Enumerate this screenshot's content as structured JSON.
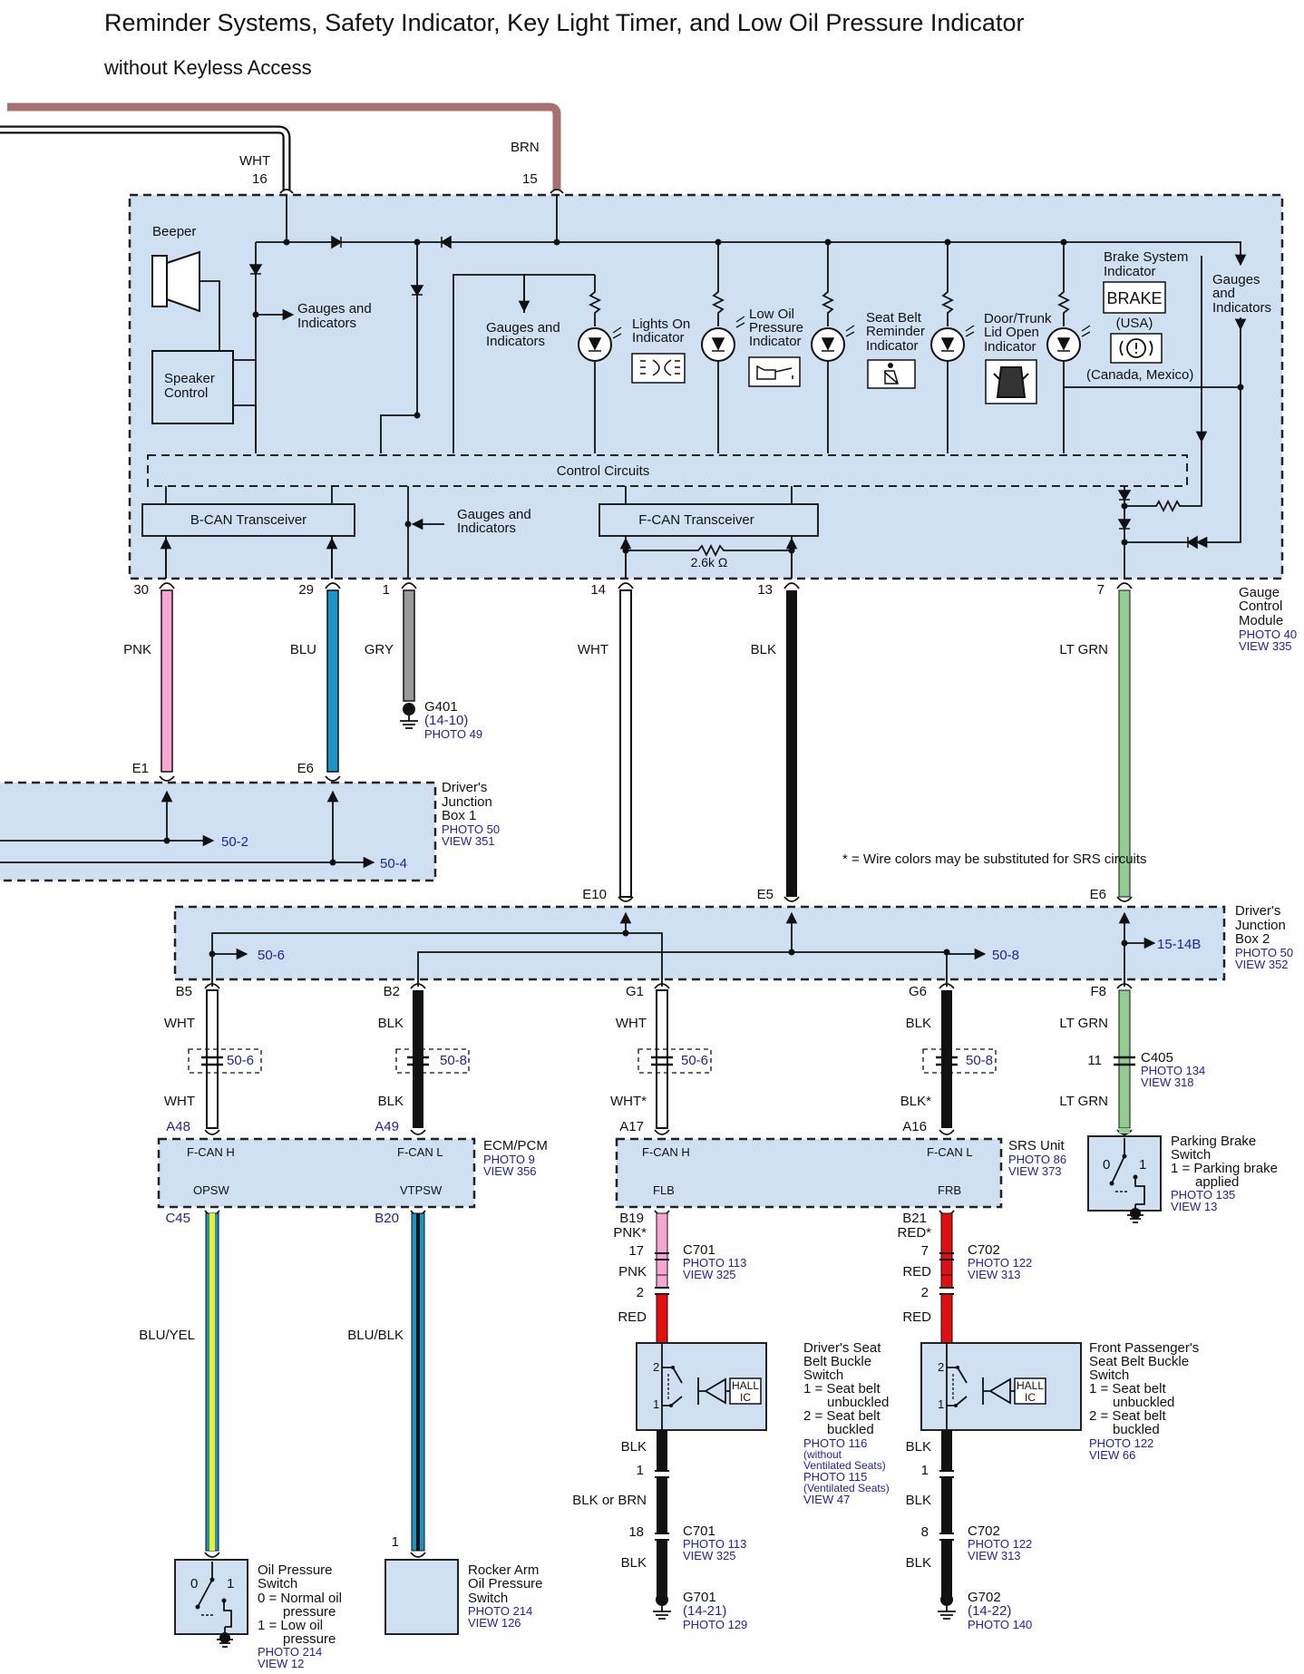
{
  "title": "Reminder Systems, Safety Indicator, Key Light Timer, and Low Oil Pressure Indicator",
  "subtitle": "without Keyless Access",
  "note": "* = Wire colors may be substituted for SRS circuits",
  "gcm": {
    "name": [
      "Gauge",
      "Control",
      "Module"
    ],
    "photo": "PHOTO 40",
    "view": "VIEW 335",
    "beeper": "Beeper",
    "speaker_control": [
      "Speaker",
      "Control"
    ],
    "gauges_and_indicators": [
      "Gauges and",
      "Indicators"
    ],
    "gauges_and_indicators_3": [
      "Gauges",
      "and",
      "Indicators"
    ],
    "lights_on": [
      "Lights On",
      "Indicator"
    ],
    "low_oil": [
      "Low Oil",
      "Pressure",
      "Indicator"
    ],
    "seat_belt": [
      "Seat Belt",
      "Reminder",
      "Indicator"
    ],
    "door_trunk": [
      "Door/Trunk",
      "Lid Open",
      "Indicator"
    ],
    "brake_title": [
      "Brake System",
      "Indicator"
    ],
    "brake_text": "BRAKE",
    "usa": "(USA)",
    "canada": "(Canada, Mexico)",
    "control_circuits": "Control Circuits",
    "bcan": "B-CAN Transceiver",
    "fcan": "F-CAN Transceiver",
    "resistor": "2.6k Ω"
  },
  "top_wires": [
    {
      "color": "WHT",
      "pin": "16"
    },
    {
      "color": "BRN",
      "pin": "15"
    }
  ],
  "gcm_pins": [
    {
      "pin": "30",
      "color": "PNK"
    },
    {
      "pin": "29",
      "color": "BLU"
    },
    {
      "pin": "1",
      "color": "GRY"
    },
    {
      "pin": "14",
      "color": "WHT"
    },
    {
      "pin": "13",
      "color": "BLK"
    },
    {
      "pin": "7",
      "color": "LT GRN"
    }
  ],
  "g401": {
    "name": "G401",
    "ref": "(14-10)",
    "photo": "PHOTO 49"
  },
  "djb1": {
    "name": [
      "Driver's",
      "Junction",
      "Box 1"
    ],
    "photo": "PHOTO 50",
    "view": "VIEW 351",
    "pins": [
      "E1",
      "E6"
    ],
    "arrows": [
      "50-2",
      "50-4"
    ]
  },
  "djb2": {
    "name": [
      "Driver's",
      "Junction",
      "Box 2"
    ],
    "photo": "PHOTO 50",
    "view": "VIEW 352",
    "top_pins": [
      "E10",
      "E5",
      "E6"
    ],
    "bottom_pins": [
      "B5",
      "B2",
      "G1",
      "G6",
      "F8"
    ],
    "arrows": [
      "50-6",
      "50-8",
      "15-14B"
    ]
  },
  "mid_wires": [
    {
      "upper": "WHT",
      "lower": "WHT",
      "ref": "50-6"
    },
    {
      "upper": "BLK",
      "lower": "BLK",
      "ref": "50-8"
    },
    {
      "upper": "WHT",
      "lower": "WHT*",
      "ref": "50-6"
    },
    {
      "upper": "BLK",
      "lower": "BLK*",
      "ref": "50-8"
    },
    {
      "upper": "LT GRN",
      "lower": "LT GRN",
      "ref": "11"
    }
  ],
  "c405": {
    "name": "C405",
    "photo": "PHOTO 134",
    "view": "VIEW 318"
  },
  "ecm": {
    "name": "ECM/PCM",
    "photo": "PHOTO 9",
    "view": "VIEW 356",
    "pins_top": [
      "A48",
      "A49"
    ],
    "pins_bottom": [
      "C45",
      "B20"
    ],
    "labels": [
      "F-CAN H",
      "F-CAN L",
      "OPSW",
      "VTPSW"
    ]
  },
  "srs": {
    "name": "SRS Unit",
    "photo": "PHOTO 86",
    "view": "VIEW 373",
    "pins_top": [
      "A17",
      "A16"
    ],
    "pins_bottom": [
      "B19",
      "B21"
    ],
    "labels": [
      "F-CAN H",
      "F-CAN L",
      "FLB",
      "FRB"
    ]
  },
  "parking_brake": {
    "name": [
      "Parking Brake",
      "Switch"
    ],
    "desc": [
      "1 = Parking brake",
      "applied"
    ],
    "photo": "PHOTO 135",
    "view": "VIEW 13",
    "pos0": "0",
    "pos1": "1"
  },
  "ecm_wires": [
    "BLU/YEL",
    "BLU/BLK"
  ],
  "oil_switch": {
    "name": [
      "Oil Pressure",
      "Switch"
    ],
    "desc": [
      "0 = Normal oil",
      "pressure",
      "1 = Low oil",
      "pressure"
    ],
    "photo": "PHOTO 214",
    "view": "VIEW 12",
    "pos0": "0",
    "pos1": "1"
  },
  "rocker": {
    "name": [
      "Rocker Arm",
      "Oil Pressure",
      "Switch"
    ],
    "photo": "PHOTO 214",
    "view": "VIEW 126",
    "pin": "1"
  },
  "driver_chain": {
    "wire1": "PNK*",
    "c_pin1": "17",
    "conn": "C701",
    "photo": "PHOTO 113",
    "view": "VIEW 325",
    "wire2": "PNK",
    "pin2": "2",
    "wire3": "RED",
    "wire4": "BLK",
    "pin4": "1",
    "wire5": "BLK or BRN",
    "pin5": "18",
    "conn2": "C701",
    "photo2": "PHOTO 113",
    "view2": "VIEW 325",
    "wire6": "BLK",
    "ground": "G701",
    "ground_ref": "(14-21)",
    "ground_photo": "PHOTO 129"
  },
  "driver_switch": {
    "name": [
      "Driver's Seat",
      "Belt Buckle",
      "Switch"
    ],
    "desc": [
      "1 = Seat belt",
      "unbuckled",
      "2 = Seat belt",
      "buckled"
    ],
    "photo": [
      "PHOTO 116",
      "(without",
      "Ventilated Seats)",
      "PHOTO 115",
      "(Ventilated Seats)",
      "VIEW 47"
    ],
    "hall": [
      "HALL",
      "IC"
    ],
    "p2": "2",
    "p1": "1"
  },
  "pass_chain": {
    "wire1": "RED*",
    "c_pin1": "7",
    "conn": "C702",
    "photo": "PHOTO 122",
    "view": "VIEW 313",
    "wire2": "RED",
    "pin2": "2",
    "wire3": "RED",
    "wire4": "BLK",
    "pin4": "1",
    "wire5": "BLK",
    "pin5": "8",
    "conn2": "C702",
    "photo2": "PHOTO 122",
    "view2": "VIEW 313",
    "wire6": "BLK",
    "ground": "G702",
    "ground_ref": "(14-22)",
    "ground_photo": "PHOTO 140"
  },
  "pass_switch": {
    "name": [
      "Front Passenger's",
      "Seat Belt Buckle",
      "Switch"
    ],
    "desc": [
      "1 = Seat belt",
      "unbuckled",
      "2 = Seat belt",
      "buckled"
    ],
    "photo": "PHOTO 122",
    "view": "VIEW 66",
    "hall": [
      "HALL",
      "IC"
    ],
    "p2": "2",
    "p1": "1"
  },
  "colors": {
    "pnk": "#f7a6d2",
    "blu": "#1b95c5",
    "gry": "#9a9a9a",
    "ltgrn": "#93cc93",
    "brn": "#a87171",
    "red": "#e01010",
    "yel": "#f2ef1a",
    "box": "#cfe0f3",
    "link": "#22229a"
  }
}
